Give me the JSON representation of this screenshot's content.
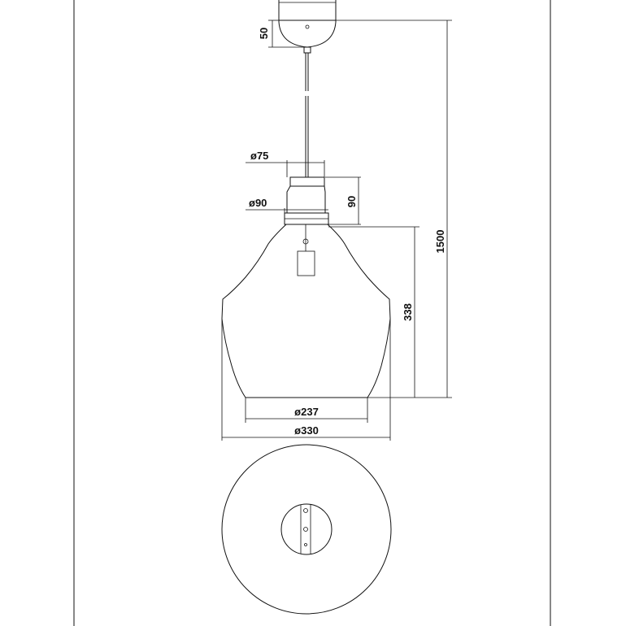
{
  "dimensions": {
    "canopy_height": "50",
    "holder_diameter_top": "ø75",
    "holder_height": "90",
    "holder_diameter_bottom": "ø90",
    "total_height": "1500",
    "shade_height": "338",
    "shade_bottom_diameter": "ø237",
    "shade_max_diameter": "ø330"
  },
  "colors": {
    "line": "#111111",
    "background": "#ffffff"
  }
}
